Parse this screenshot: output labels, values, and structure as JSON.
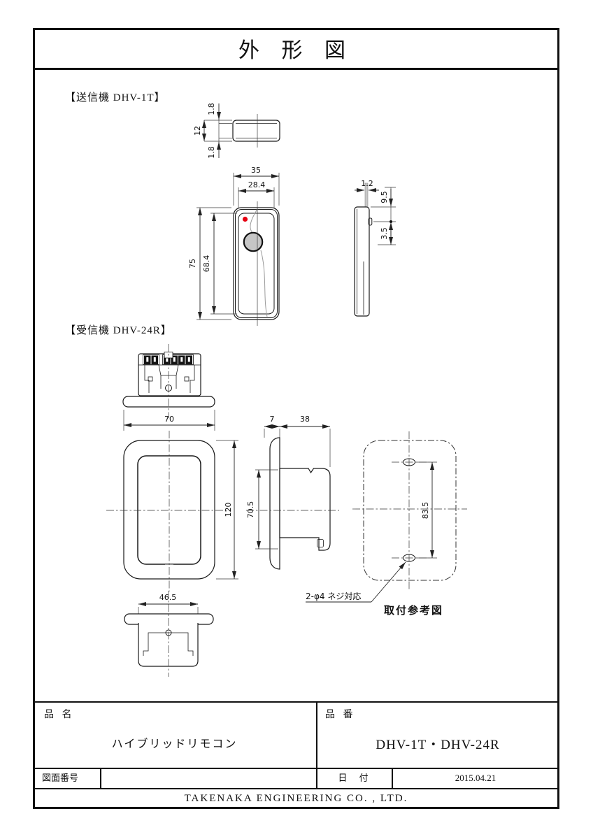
{
  "title": "外 形 図",
  "transmitter": {
    "section_label": "【送信機  DHV-1T】",
    "dim_lip_top": "1.8",
    "dim_thickness": "12",
    "dim_lip_bottom": "1.8",
    "dim_width": "35",
    "dim_inner_width": "28.4",
    "dim_height": "75",
    "dim_inner_height": "68.4",
    "dim_strap": "1.2",
    "dim_upper": "9.5",
    "dim_lower": "3.5"
  },
  "receiver": {
    "section_label": "【受信機  DHV-24R】",
    "dim_flange_width": "70",
    "dim_front_height": "120",
    "dim_flange_depth": "7",
    "dim_body_depth": "38",
    "dim_body_height": "70.5",
    "dim_hole_pitch": "83.5",
    "dim_bottom_width": "46.5",
    "screw_note": "2-φ4 ネジ対応",
    "mount_caption": "取付参考図"
  },
  "title_block": {
    "name_label": "品 名",
    "name_value": "ハイブリッドリモコン",
    "number_label": "品 番",
    "number_value": "DHV-1T・DHV-24R",
    "drawing_no_label": "図面番号",
    "drawing_no_value": "",
    "date_label": "日　付",
    "date_value": "2015.04.21",
    "company": "TAKENAKA  ENGINEERING  CO. , LTD."
  },
  "colors": {
    "led_red": "#e60012",
    "button_gray": "#c6c6c6",
    "line": "#1a1a1a"
  }
}
